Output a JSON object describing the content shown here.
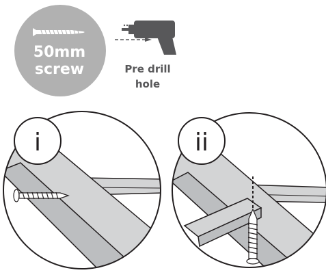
{
  "screw_badge": {
    "line1": "50mm",
    "line2": "screw",
    "bg_color": "#b1b1b1",
    "icon": "screw-icon"
  },
  "drill": {
    "label_line1": "Pre drill",
    "label_line2": "hole",
    "icon": "drill-icon",
    "color": "#58585a"
  },
  "steps": [
    {
      "label": "i"
    },
    {
      "label": "ii"
    }
  ],
  "colors": {
    "timber": "#d3d4d5",
    "timber_dark": "#bcbec0",
    "outline": "#231f20",
    "text_light": "#ffffff",
    "text_dark": "#58585a"
  }
}
